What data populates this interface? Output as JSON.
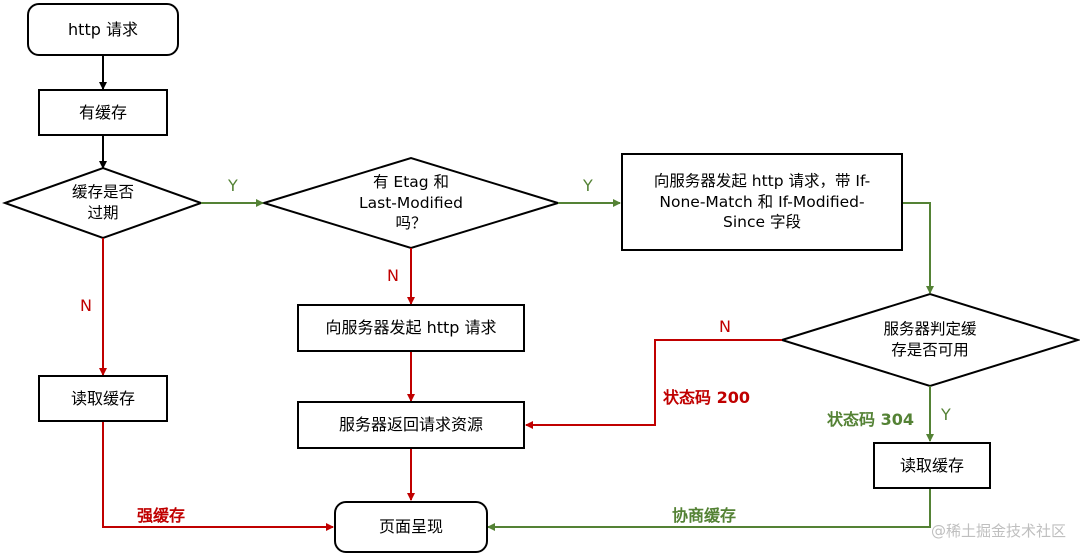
{
  "nodes": {
    "http_request": "http 请求",
    "has_cache": "有缓存",
    "cache_expired": [
      "缓存是否",
      "过期"
    ],
    "has_etag": [
      "有 Etag 和",
      "Last-Modified",
      "吗？"
    ],
    "send_conditional": [
      "向服务器发起 http 请求，带 If-",
      "None-Match 和 If-Modified-",
      "Since 字段"
    ],
    "send_request": "向服务器发起 http 请求",
    "server_return": "服务器返回请求资源",
    "read_cache_left": "读取缓存",
    "server_check": [
      "服务器判定缓",
      "存是否可用"
    ],
    "read_cache_right": "读取缓存",
    "page_render": "页面呈现"
  },
  "labels": {
    "y_expired": "Y",
    "y_etag": "Y",
    "n_expired": "N",
    "n_etag": "N",
    "n_server": "N",
    "y_server": "Y",
    "status_200": "状态码 200",
    "status_304": "状态码 304",
    "strong_cache": "强缓存",
    "negotiated_cache": "协商缓存"
  },
  "colors": {
    "black": "#000000",
    "red": "#c00000",
    "green": "#548235"
  },
  "watermark": "@稀土掘金技术社区"
}
